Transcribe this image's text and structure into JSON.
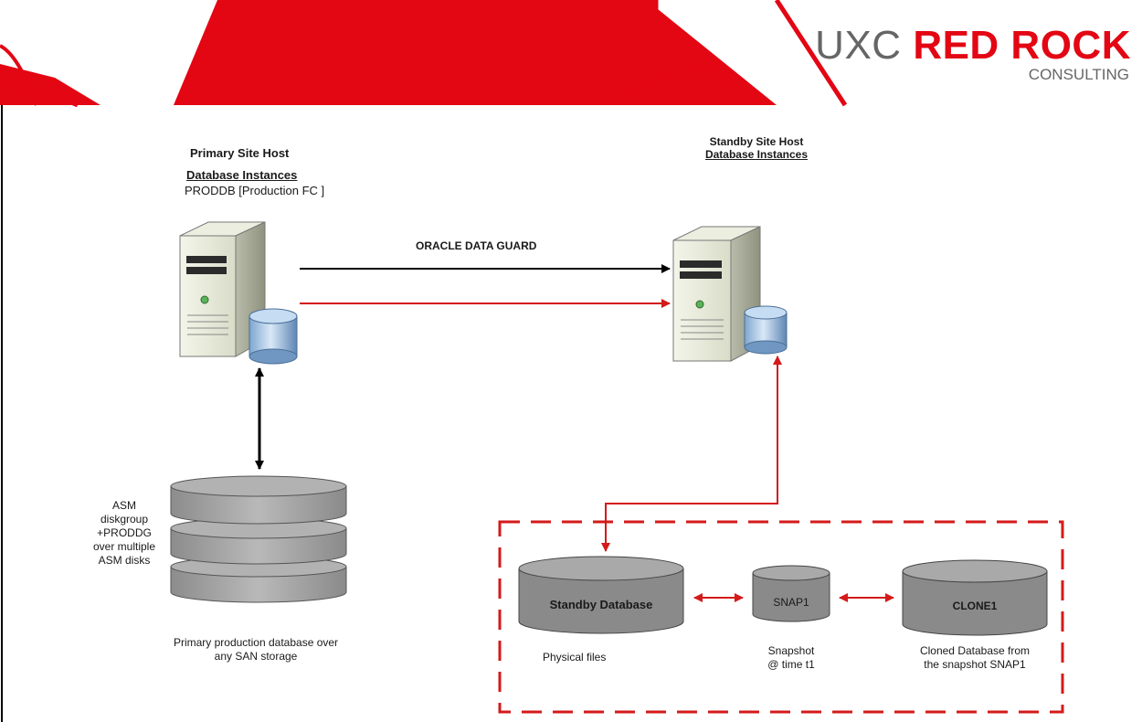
{
  "brand": {
    "logo_prefix": "UXC",
    "logo_highlight": "RED ROCK",
    "logo_subtitle": "CONSULTING",
    "accent_color": "#e30613"
  },
  "primary": {
    "title": "Primary Site Host",
    "db_instances_label": "Database Instances",
    "db_instance_name": "PRODDB [Production FC ]",
    "asm_note": [
      "ASM",
      "diskgroup",
      "+PRODDG",
      "over multiple",
      "ASM disks"
    ],
    "storage_caption": [
      "Primary production database over",
      "any SAN storage"
    ]
  },
  "standby": {
    "title": "Standby Site Host",
    "db_instances_label": "Database Instances"
  },
  "link_label": "ORACLE DATA GUARD",
  "snapshot_group": {
    "standby_db_label": "Standby Database",
    "standby_db_caption": "Physical files",
    "snap_label": "SNAP1",
    "snap_caption": [
      "Snapshot",
      "@ time t1"
    ],
    "clone_label": "CLONE1",
    "clone_caption": [
      "Cloned Database from",
      "the snapshot SNAP1"
    ]
  },
  "icons": [
    "server-icon",
    "database-icon",
    "disk-stack-icon"
  ]
}
